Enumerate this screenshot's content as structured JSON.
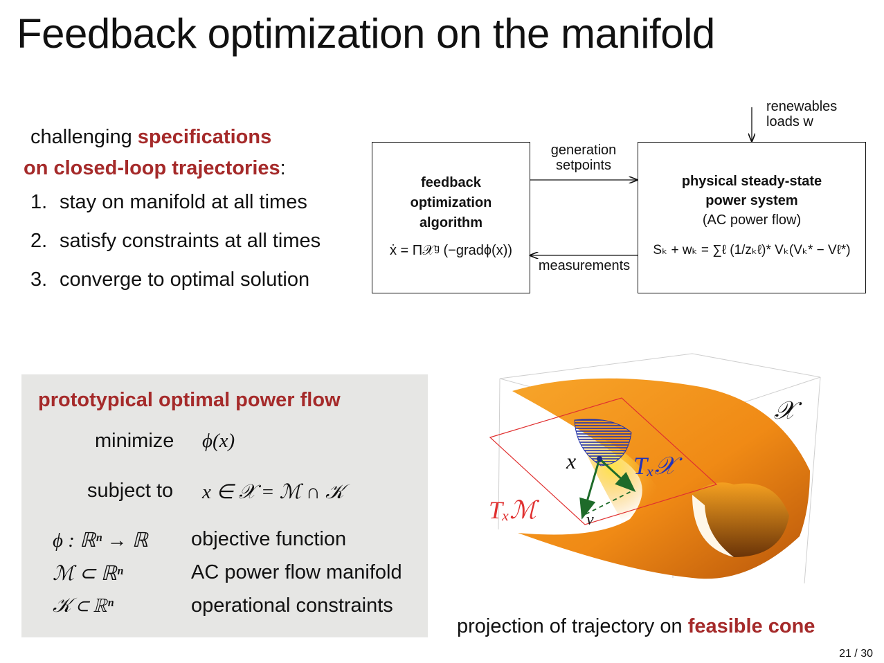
{
  "title": "Feedback optimization on the manifold",
  "specs": {
    "intro_prefix": "challenging",
    "intro_highlight_1": "specifications",
    "intro_highlight_2": "on closed-loop trajectories",
    "intro_suffix": ":",
    "items": [
      {
        "num": "1.",
        "text": "stay on manifold at all times"
      },
      {
        "num": "2.",
        "text": "satisfy constraints at all times"
      },
      {
        "num": "3.",
        "text": "converge to optimal solution"
      }
    ]
  },
  "diagram": {
    "left_box": {
      "line1": "feedback",
      "line2": "optimization",
      "line3": "algorithm",
      "equation": "ẋ = Π𝒳ᵍ (−gradϕ(x))"
    },
    "right_box": {
      "line1": "physical steady-state",
      "line2": "power system",
      "line3": "(AC power flow)",
      "equation": "Sₖ + wₖ = ∑ℓ (1/zₖℓ)* Vₖ(Vₖ* − Vℓ*)"
    },
    "top_arrow_label_1": "generation",
    "top_arrow_label_2": "setpoints",
    "bottom_arrow_label": "measurements",
    "input_label_1": "renewables",
    "input_label_2": "loads w"
  },
  "opf": {
    "title": "prototypical optimal power flow",
    "minimize_label": "minimize",
    "minimize_expr": "ϕ(x)",
    "subject_label": "subject to",
    "subject_expr": "x ∈ 𝒳 = ℳ ∩ 𝒦",
    "defs": [
      {
        "symbol": "ϕ : ℝⁿ → ℝ",
        "desc": "objective function"
      },
      {
        "symbol": "ℳ ⊂ ℝⁿ",
        "desc": "AC power flow manifold"
      },
      {
        "symbol": "𝒦 ⊂ ℝⁿ",
        "desc": "operational constraints"
      }
    ]
  },
  "figure": {
    "set_label": "𝒳",
    "point_label": "x",
    "tangent_feasible_label": "Tₓ𝒳",
    "tangent_manifold_label": "Tₓℳ",
    "vector_label": "v",
    "colors": {
      "surface": "#f5a020",
      "plane": "#e03030",
      "cone": "#2233aa",
      "vector": "#1e6b2a"
    }
  },
  "caption": {
    "prefix": "projection of trajectory on",
    "highlight": "feasible cone"
  },
  "page": "21 / 30",
  "colors": {
    "accent": "#a52a2a"
  }
}
